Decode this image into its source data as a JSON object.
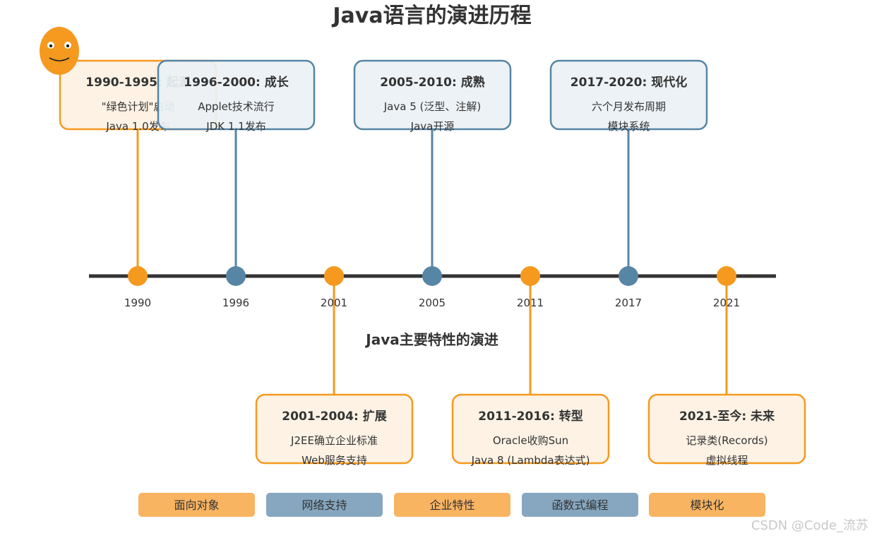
{
  "title": "Java语言的演进历程",
  "subtitle": "Java主要特性的演进",
  "colors": {
    "orange": "#f5991f",
    "orange_fill": "#fdf1e2",
    "blue": "#5785a4",
    "blue_fill": "#ecf1f5",
    "axis": "#333333",
    "tag_orange": "#f9b461",
    "tag_blue": "#86a7bf"
  },
  "years": [
    "1990",
    "1996",
    "2001",
    "2005",
    "2011",
    "2017",
    "2021"
  ],
  "cards_top": [
    {
      "title": "1990-1995: 起源",
      "lines": [
        "\"绿色计划\"启动",
        "Java 1.0发布"
      ],
      "color": "orange"
    },
    {
      "title": "1996-2000: 成长",
      "lines": [
        "Applet技术流行",
        "JDK 1.1发布"
      ],
      "color": "blue"
    },
    {
      "title": "2005-2010: 成熟",
      "lines": [
        "Java 5 (泛型、注解)",
        "Java开源"
      ],
      "color": "blue"
    },
    {
      "title": "2017-2020: 现代化",
      "lines": [
        "六个月发布周期",
        "模块系统"
      ],
      "color": "blue"
    }
  ],
  "cards_bottom": [
    {
      "title": "2001-2004: 扩展",
      "lines": [
        "J2EE确立企业标准",
        "Web服务支持"
      ],
      "color": "orange"
    },
    {
      "title": "2011-2016: 转型",
      "lines": [
        "Oracle收购Sun",
        "Java 8 (Lambda表达式)"
      ],
      "color": "orange"
    },
    {
      "title": "2021-至今: 未来",
      "lines": [
        "记录类(Records)",
        "虚拟线程"
      ],
      "color": "orange"
    }
  ],
  "tags": [
    {
      "label": "面向对象",
      "color": "orange"
    },
    {
      "label": "网络支持",
      "color": "blue"
    },
    {
      "label": "企业特性",
      "color": "orange"
    },
    {
      "label": "函数式编程",
      "color": "blue"
    },
    {
      "label": "模块化",
      "color": "orange"
    }
  ],
  "mascot": "smiley-face-icon",
  "watermark": "CSDN @Code_流苏"
}
